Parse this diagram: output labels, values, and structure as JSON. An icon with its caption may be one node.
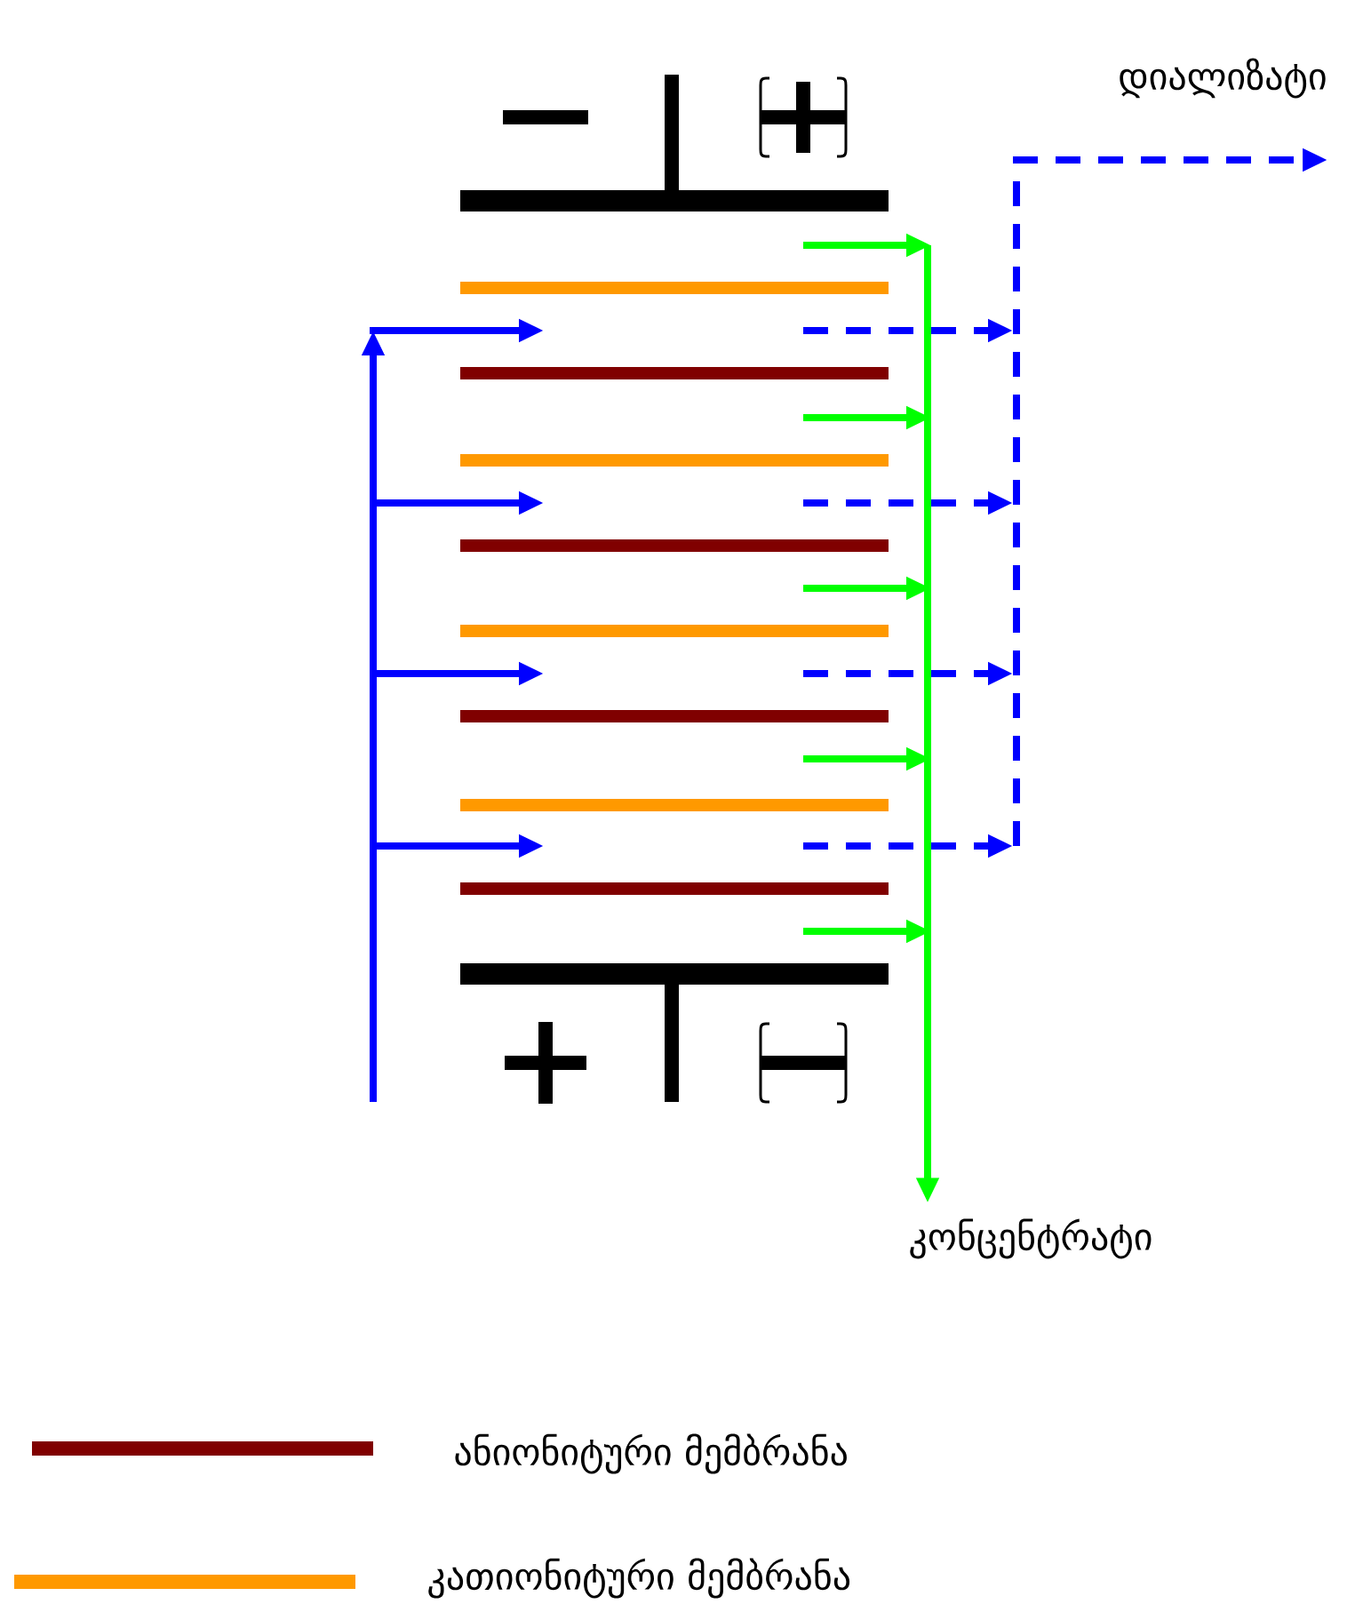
{
  "diagram": {
    "nodes": [
      {
        "text": [
          "დიალიზატი"
        ]
      },
      {
        "text": [
          "კონცენტრატი"
        ]
      }
    ],
    "edges": [
      {
        "from": null,
        "to": 0,
        "arrow": "to",
        "style": "dashed",
        "color": "#0000ff"
      },
      {
        "from": null,
        "to": 1,
        "arrow": "to",
        "color": "#00ff00"
      }
    ],
    "legend": [
      {
        "text": "ანიონიტური მემბრანა",
        "color": "#800000"
      },
      {
        "text": "კათიონიტური მემბრანა",
        "color": "#ff9900"
      }
    ]
  }
}
